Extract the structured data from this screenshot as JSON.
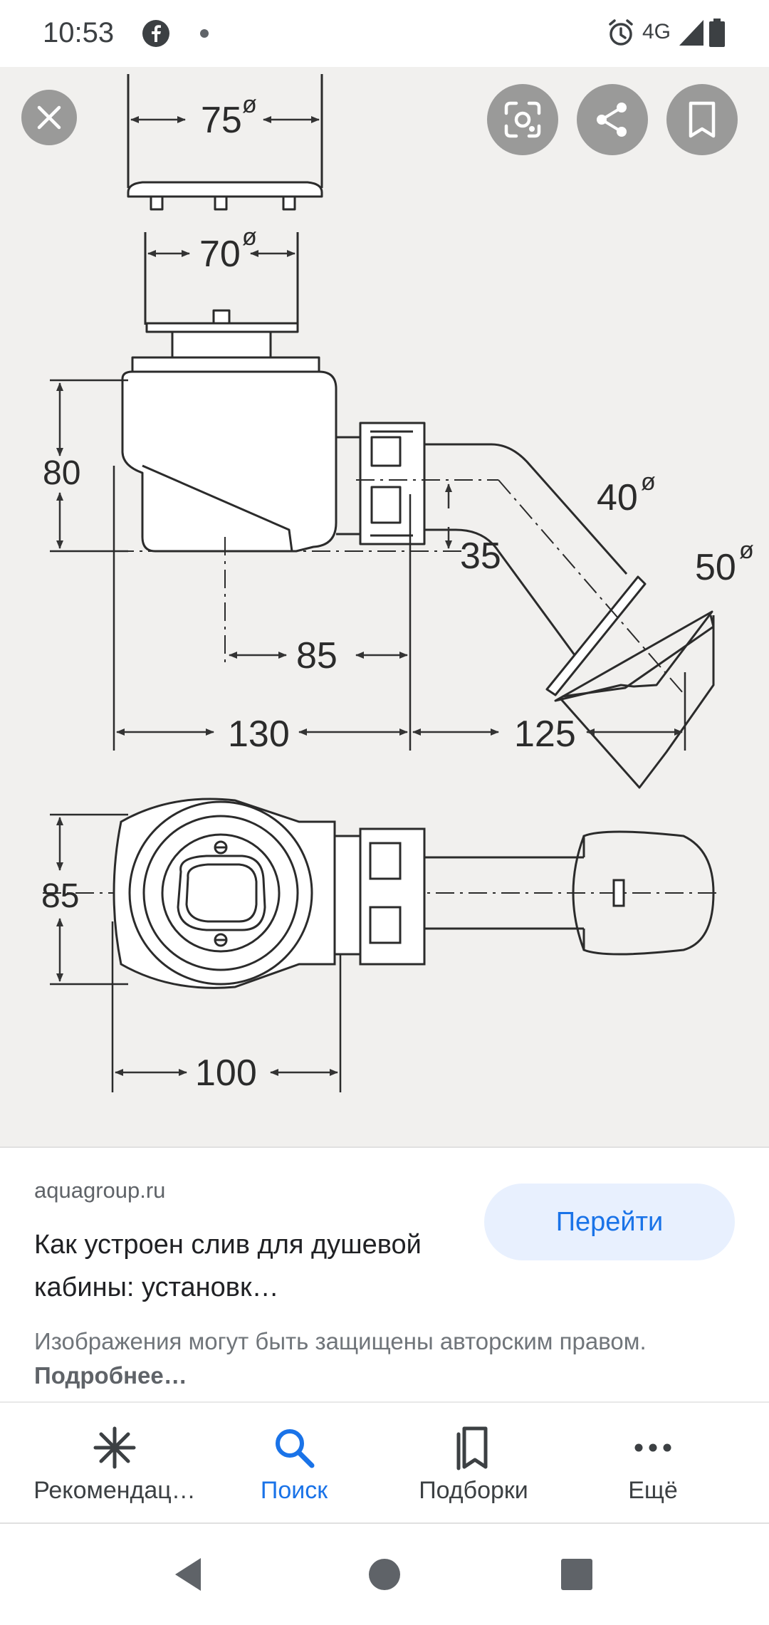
{
  "status_bar": {
    "time": "10:53",
    "network": "4G",
    "icons": [
      "facebook-icon",
      "dot-icon",
      "alarm-icon",
      "signal-icon",
      "battery-icon"
    ]
  },
  "viewer": {
    "buttons": [
      "close-icon",
      "lens-icon",
      "share-icon",
      "bookmark-icon"
    ],
    "drawing_labels": {
      "d75": "75",
      "d70": "70",
      "d80": "80",
      "d40": "40",
      "d35": "35",
      "d50": "50",
      "d85a": "85",
      "d130": "130",
      "d125": "125",
      "d85b": "85",
      "d100": "100",
      "dia": "ø"
    }
  },
  "result": {
    "source": "aquagroup.ru",
    "title": "Как устроен слив для душевой кабины: установк…",
    "visit_label": "Перейти",
    "notice_text": "Изображения могут быть защищены авторским правом. ",
    "notice_link": "Подробнее…"
  },
  "bottom_nav": {
    "items": [
      {
        "label": "Рекомендац…",
        "icon": "asterisk-icon"
      },
      {
        "label": "Поиск",
        "icon": "search-icon",
        "active": true
      },
      {
        "label": "Подборки",
        "icon": "collections-icon"
      },
      {
        "label": "Ещё",
        "icon": "more-icon"
      }
    ]
  },
  "colors": {
    "accent": "#1a73e8",
    "accent_bg": "#e8f0fe",
    "text_primary": "#202124",
    "text_secondary": "#5f6368"
  }
}
